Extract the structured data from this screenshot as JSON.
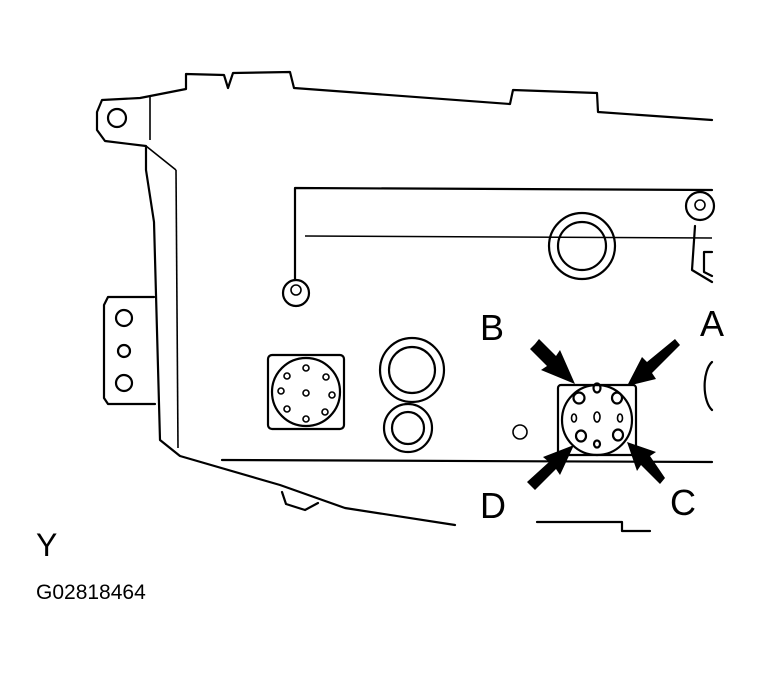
{
  "labels": {
    "a": "A",
    "b": "B",
    "c": "C",
    "d": "D",
    "view": "Y"
  },
  "figure_code": "G02818464"
}
